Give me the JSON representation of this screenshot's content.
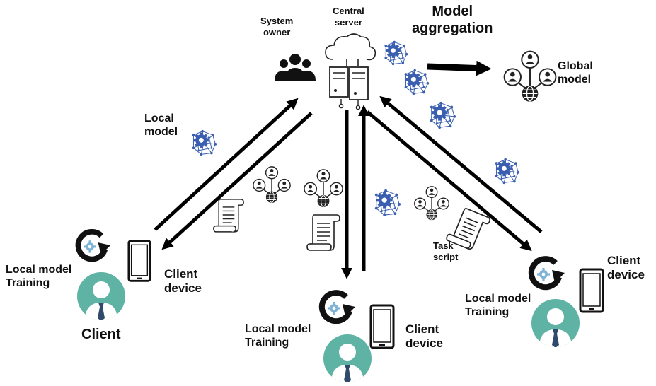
{
  "labels": {
    "system_owner": "System\nowner",
    "central_server": "Central\nserver",
    "model_aggregation": "Model\naggregation",
    "global_model": "Global\nmodel",
    "local_model": "Local\nmodel",
    "task_script": "Task\nscript",
    "client": "Client",
    "left_training": "Local model\nTraining",
    "left_device": "Client\ndevice",
    "mid_training": "Local model\nTraining",
    "mid_device": "Client\ndevice",
    "right_training": "Local model\nTraining",
    "right_device": "Client\ndevice"
  },
  "colors": {
    "arrow": "#000000",
    "neural_blue": "#3b5fb0",
    "avatar_teal": "#5fb3a5",
    "tie": "#2f4a6a"
  }
}
